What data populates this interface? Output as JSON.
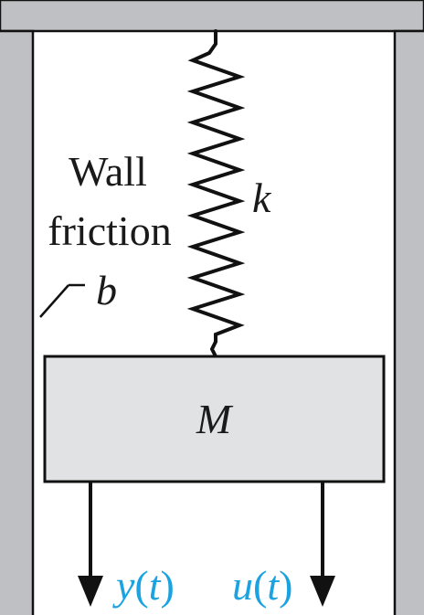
{
  "labels": {
    "wall_line1": "Wall",
    "wall_line2": "friction",
    "friction_coefficient": "b",
    "spring_constant": "k",
    "mass": "M",
    "output_left_symbol": "y",
    "output_left_open": "(",
    "output_left_arg": "t",
    "output_left_close": ")",
    "output_right_symbol": "u",
    "output_right_open": "(",
    "output_right_arg": "t",
    "output_right_close": ")"
  },
  "colors": {
    "wall_fill": "#bfc0c3",
    "mass_fill": "#e1e2e4",
    "line": "#111111",
    "text": "#1a1a1a",
    "signal_text": "#1aa3e0"
  }
}
